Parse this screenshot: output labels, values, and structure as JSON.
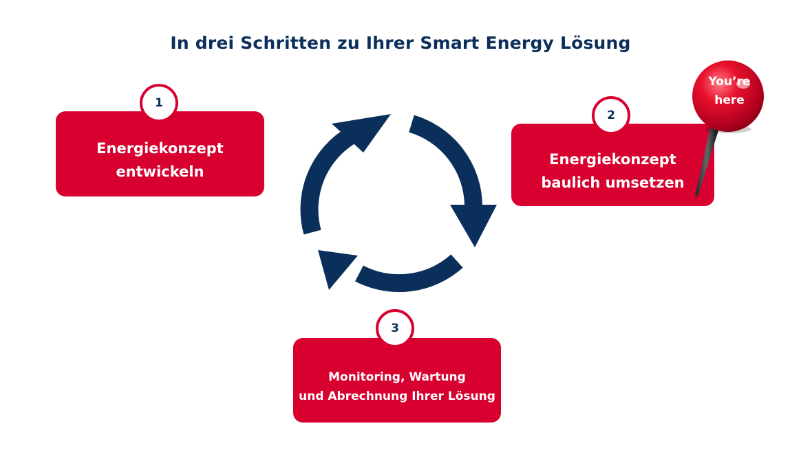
{
  "title": "In drei Schritten zu Ihrer Smart Energy Lösung",
  "colors": {
    "accent_red": "#d7002f",
    "navy": "#0b2f5b",
    "background": "#ffffff"
  },
  "steps": [
    {
      "number": "1",
      "lines": [
        "Energiekonzept",
        "entwickeln"
      ]
    },
    {
      "number": "2",
      "lines": [
        "Energiekonzept",
        "baulich umsetzen"
      ]
    },
    {
      "number": "3",
      "lines": [
        "Monitoring, Wartung",
        "und Abrechnung Ihrer Lösung"
      ]
    }
  ],
  "marker": {
    "lines": [
      "You’re",
      "here"
    ],
    "icon": "map-pin-icon"
  },
  "cycle_icon": "cycle-arrows-icon"
}
